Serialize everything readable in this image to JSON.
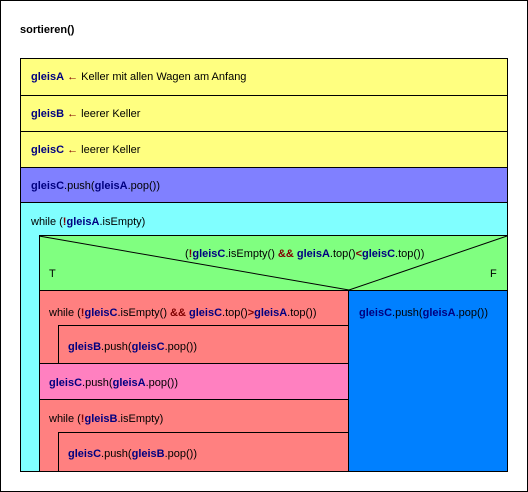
{
  "title": "sortieren()",
  "vars": {
    "a": "gleisA",
    "b": "gleisB",
    "c": "gleisC"
  },
  "arrow": "←",
  "assign": {
    "a_text": " Keller mit allen Wagen am Anfang",
    "b_text": " leerer Keller",
    "c_text": " leerer Keller"
  },
  "code": {
    "push": ".push(",
    "pop_close": ".pop())",
    "while_not": "while (",
    "not": "!",
    "is_empty": ".isEmpty()",
    "is_empty_close": ".isEmpty)",
    "and": "&&",
    "top": ".top()",
    "top_close": ".top())",
    "lt": "<",
    "gt": ">",
    "open_paren": "(",
    "space": " "
  },
  "branch": {
    "true_label": "T",
    "false_label": "F"
  },
  "colors": {
    "yellow": "#ffff80",
    "blue": "#8080ff",
    "cyan": "#80ffff",
    "green": "#80ff80",
    "red": "#ff8080",
    "pink": "#ff80c0",
    "dark_blue": "#0080ff"
  }
}
